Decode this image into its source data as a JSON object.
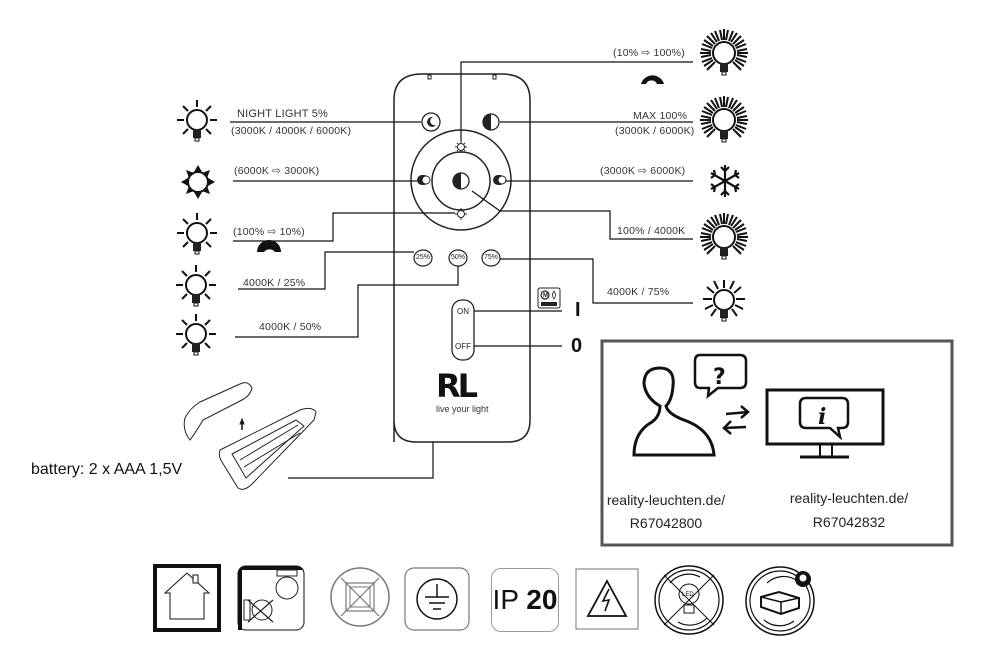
{
  "left_labels": {
    "night_light": "NIGHT LIGHT 5%",
    "night_light_cct": "(3000K / 4000K / 6000K)",
    "cct_down": "(6000K ⇨ 3000K)",
    "dim_down": "(100% ⇨ 10%)",
    "preset_25": "4000K / 25%",
    "preset_50": "4000K / 50%"
  },
  "right_labels": {
    "dim_up": "(10% ⇨ 100%)",
    "max": "MAX 100%",
    "max_cct": "(3000K / 6000K)",
    "cct_up": "(3000K ⇨ 6000K)",
    "center": "100% / 4000K",
    "preset_75": "4000K / 75%"
  },
  "remote": {
    "buttons": {
      "preset_25": "25%",
      "preset_50": "50%",
      "preset_75": "75%",
      "on": "ON",
      "off": "OFF"
    },
    "logo": "RL",
    "tagline": "live your light",
    "memory_badge": "MEMORY FUNCTION"
  },
  "switch_symbols": {
    "on": "I",
    "off": "0"
  },
  "battery": "battery: 2 x AAA 1,5V",
  "support": {
    "url_1_line1": "reality-leuchten.de/",
    "url_1_line2": "R67042800",
    "url_2_line1": "reality-leuchten.de/",
    "url_2_line2": "R67042832"
  },
  "symbols": {
    "ip_prefix": "IP",
    "ip_value": "20",
    "items": [
      "indoor-use-icon",
      "not-for-recessed-icon",
      "no-insulation-cover-icon",
      "protection-class-1-icon",
      "ip20-rating",
      "electric-hazard-icon",
      "led-not-replaceable-icon",
      "driver-replaceable-by-professional-icon"
    ]
  },
  "colors": {
    "line": "#111111",
    "box_border": "#555555",
    "text": "#333333"
  }
}
